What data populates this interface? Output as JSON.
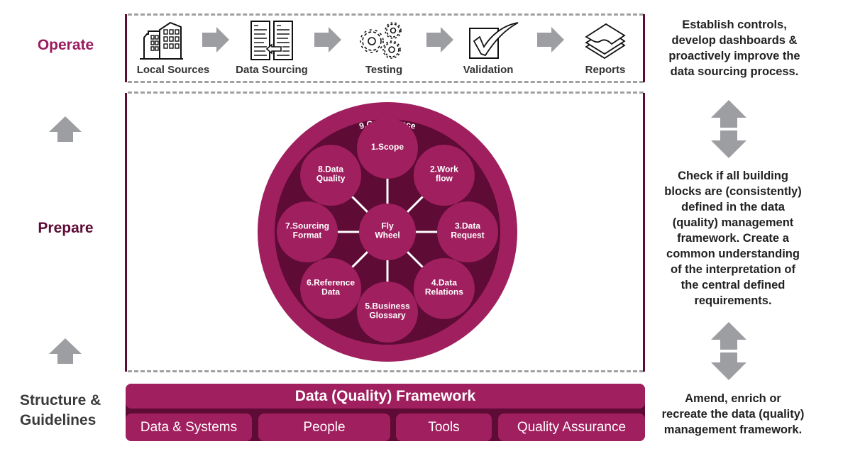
{
  "rows": {
    "operate": "Operate",
    "prepare": "Prepare",
    "structure": [
      "Structure &",
      "Guidelines"
    ]
  },
  "operate_steps": [
    {
      "label": "Local Sources",
      "icon": "buildings-icon"
    },
    {
      "label": "Data Sourcing",
      "icon": "documents-icon"
    },
    {
      "label": "Testing",
      "icon": "gears-icon"
    },
    {
      "label": "Validation",
      "icon": "checkbox-icon"
    },
    {
      "label": "Reports",
      "icon": "layers-icon"
    }
  ],
  "side_texts": {
    "operate": [
      "Establish controls,",
      "develop dashboards &",
      "proactively improve the",
      "data sourcing process."
    ],
    "prepare": [
      "Check if all building",
      "blocks are (consistently)",
      "defined in the data",
      "(quality) management",
      "framework. Create a",
      "common understanding",
      "of the interpretation of",
      "the central defined",
      "requirements."
    ],
    "structure": [
      "Amend, enrich or",
      "recreate the data (quality)",
      "management framework."
    ]
  },
  "flywheel": {
    "outer_label": "9.Govemance",
    "center": [
      "Fly",
      "Wheel"
    ],
    "nodes": [
      [
        "1.Scope"
      ],
      [
        "2.Work",
        "flow"
      ],
      [
        "3.Data",
        "Request"
      ],
      [
        "4.Data",
        "Relations"
      ],
      [
        "5.Business",
        "Glossary"
      ],
      [
        "6.Reference",
        "Data"
      ],
      [
        "7.Sourcing",
        "Format"
      ],
      [
        "8.Data",
        "Quality"
      ]
    ]
  },
  "framework": {
    "title": "Data (Quality) Framework",
    "pillars": [
      "Data & Systems",
      "People",
      "Tools",
      "Quality Assurance"
    ]
  },
  "colors": {
    "magenta": "#a01f5e",
    "dark_maroon": "#5e0b36",
    "arrow_gray": "#9d9ea2",
    "operate_label": "#9b1b5e"
  }
}
